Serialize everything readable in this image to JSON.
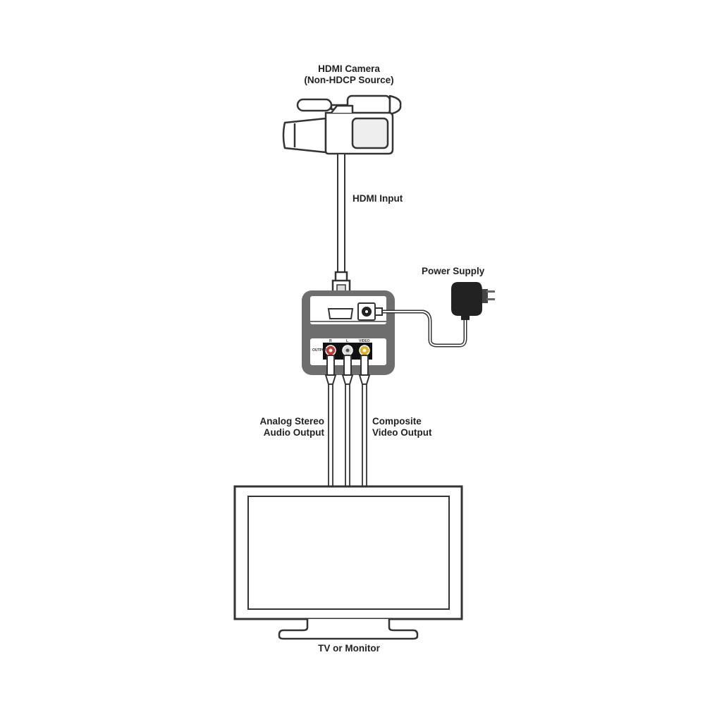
{
  "camera": {
    "title": "HDMI Camera",
    "subtitle": "(Non-HDCP Source)"
  },
  "connections": {
    "hdmi_input": "HDMI Input",
    "power_supply": "Power Supply",
    "audio_output_line1": "Analog Stereo",
    "audio_output_line2": "Audio Output",
    "video_output_line1": "Composite",
    "video_output_line2": "Video Output"
  },
  "converter": {
    "output_label": "OUTPUT",
    "port_r": "R",
    "port_l": "L",
    "port_video": "VIDEO"
  },
  "display": {
    "label": "TV or Monitor"
  },
  "colors": {
    "outline": "#333333",
    "device_body": "#6e6e6e",
    "red_jack": "#c0392b",
    "yellow_jack": "#e0b020"
  }
}
